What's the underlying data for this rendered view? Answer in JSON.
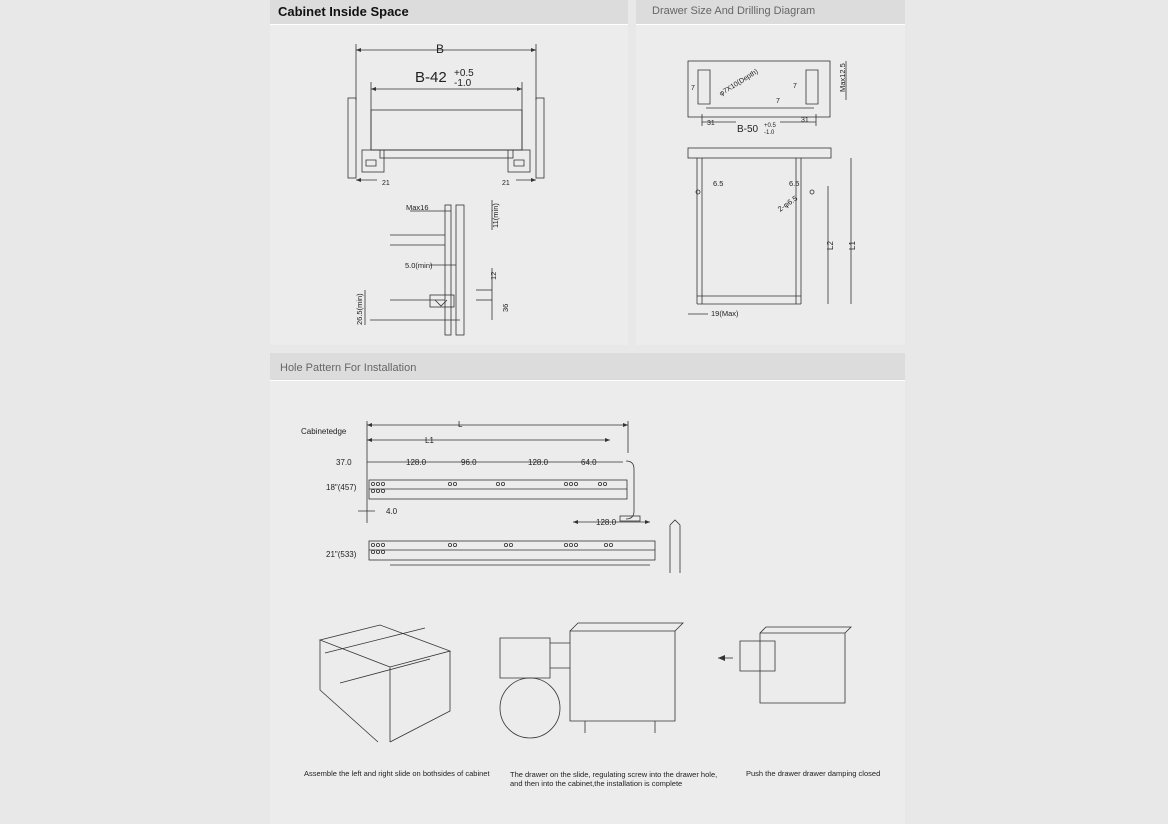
{
  "sections": {
    "cabinet_inside_space": "Cabinet Inside Space",
    "drawer_drilling": "Drawer Size And Drilling Diagram",
    "hole_pattern": "Hole Pattern For Installation"
  },
  "cabinet": {
    "b": "B",
    "b42": "B-42",
    "tol_plus": "+0.5",
    "tol_minus": "-1.0",
    "d21_left": "21",
    "d21_right": "21",
    "max16": "Max16",
    "d11min": "11(min)",
    "d5min": "5.0(min)",
    "d12": "12",
    "d36": "36",
    "d265min": "26.5(min)"
  },
  "drawer": {
    "max125": "Max12.5",
    "hole_label": "φ7X10(Depth)",
    "d7a": "7",
    "d7b": "7",
    "d7c": "7",
    "d31a": "31",
    "d31b": "31",
    "b50": "B-50",
    "b50_plus": "+0.5",
    "b50_minus": "-1.0",
    "d65a": "6.5",
    "d65b": "6.5",
    "phi65": "2-φ6.5",
    "l2": "L2",
    "l1": "L1",
    "d19max": "19(Max)"
  },
  "holes": {
    "cabinet_edge": "Cabinetedge",
    "L": "L",
    "L1": "L1",
    "d370": "37.0",
    "d1280a": "128.0",
    "d960": "96.0",
    "d1280b": "128.0",
    "d640": "64.0",
    "len18": "18\"(457)",
    "d40": "4.0",
    "d1280c": "128.0",
    "len21": "21\"(533)"
  },
  "steps": [
    {
      "text": "Assemble the left and right slide on bothsides of  cabinet"
    },
    {
      "text": "The drawer on the slide, regulating screw into the drawer hole,",
      "text2": "and then into the cabinet,the installation is complete"
    },
    {
      "text": "Push the drawer drawer damping closed"
    }
  ]
}
